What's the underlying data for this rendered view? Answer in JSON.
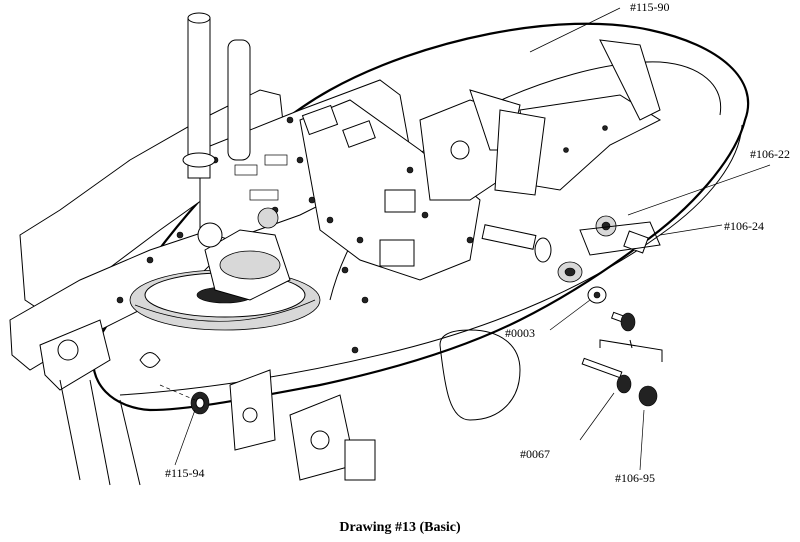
{
  "drawing": {
    "caption": "Drawing #13 (Basic)"
  },
  "callouts": {
    "c115_90": "#115-90",
    "c106_22": "#106-22",
    "c106_24": "#106-24",
    "c0003": "#0003",
    "c0067": "#0067",
    "c106_95": "#106-95",
    "c115_94": "#115-94"
  }
}
